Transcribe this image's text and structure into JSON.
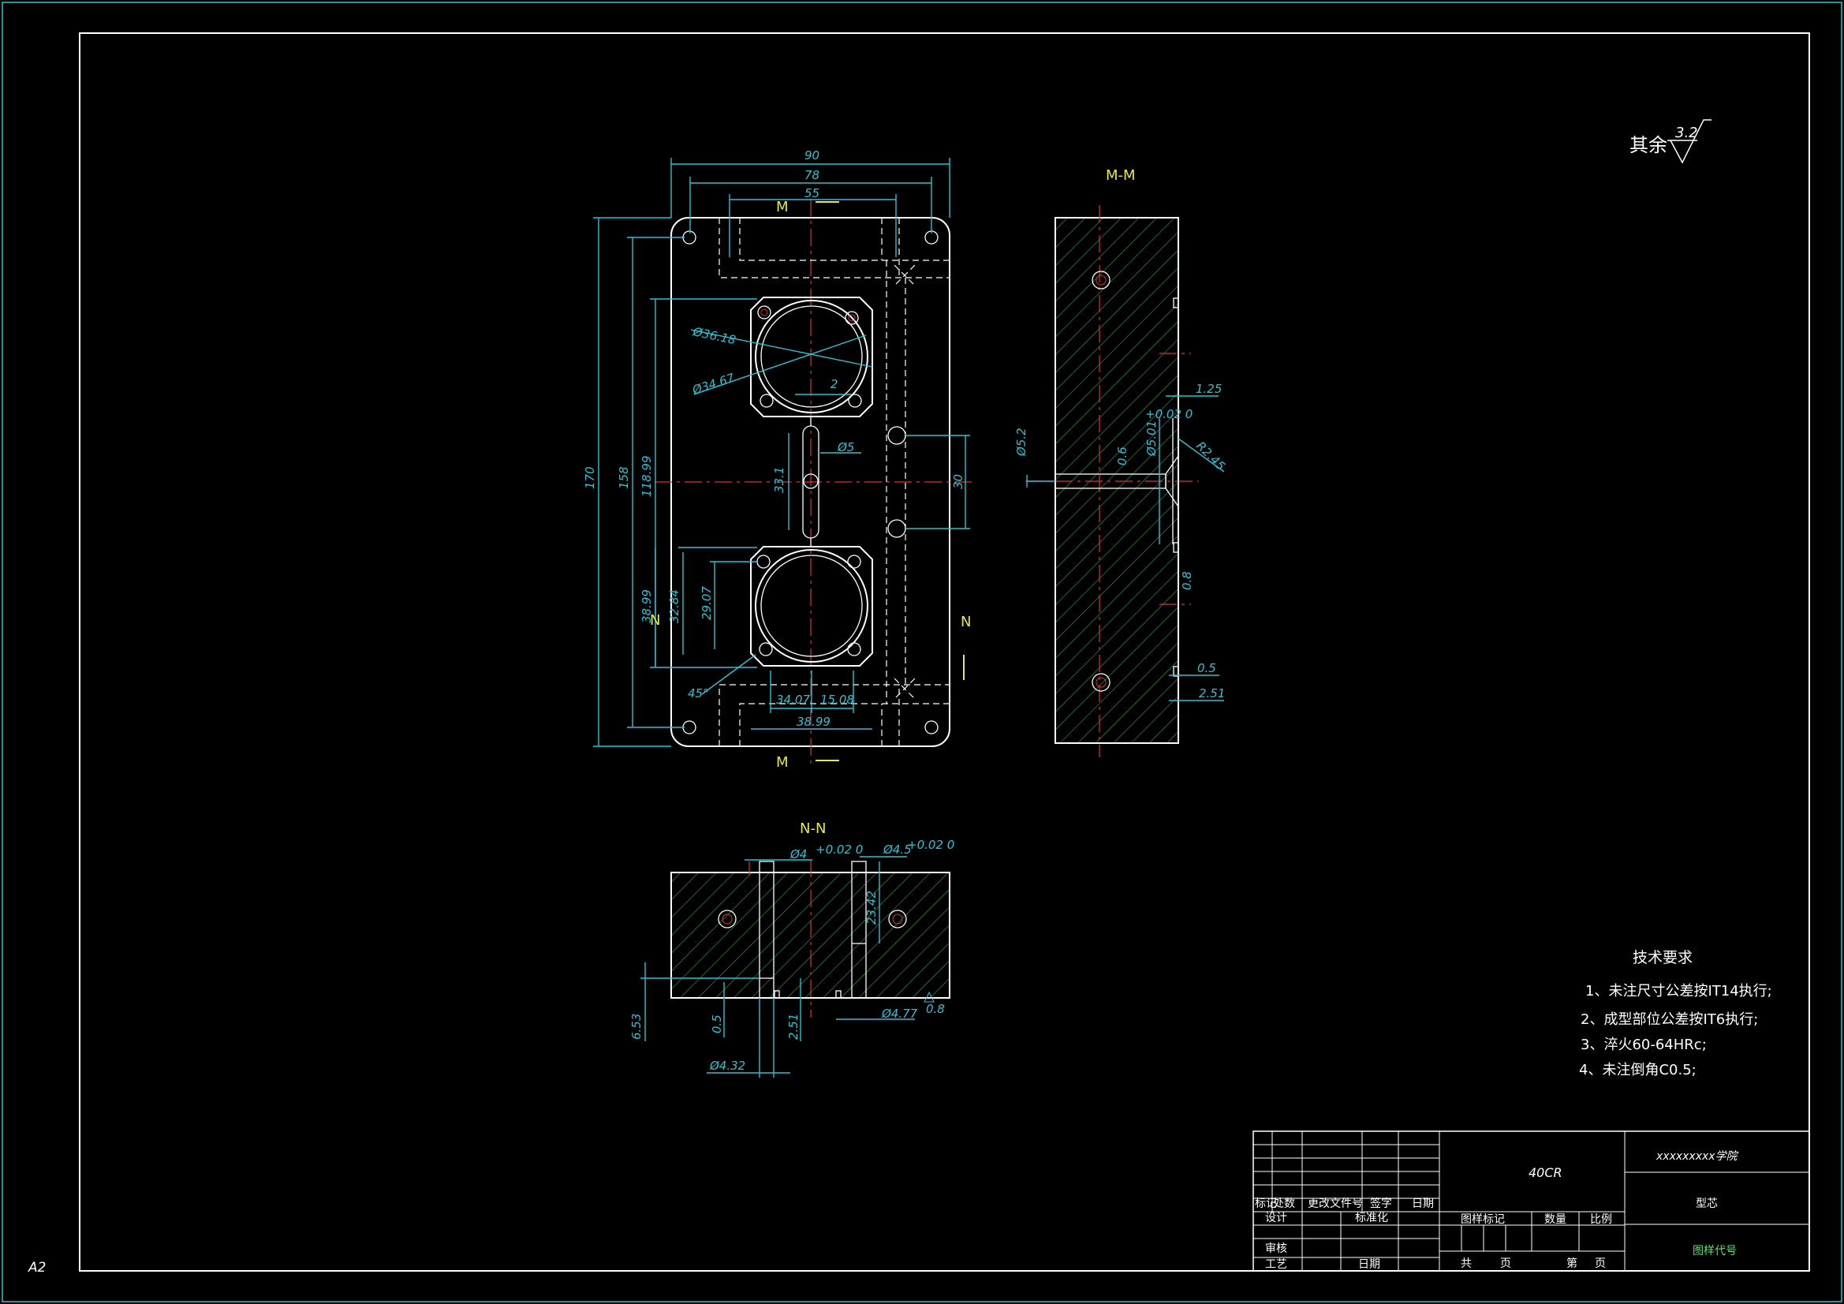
{
  "sheet": {
    "size_label": "A2",
    "roughness_other": "其余",
    "roughness_value": "3.2"
  },
  "front_view": {
    "dims": {
      "w90": "90",
      "w78": "78",
      "w55": "55",
      "h170": "170",
      "h158": "158",
      "h118": "118.99",
      "h38": "38.99",
      "h32": "32.84",
      "h29": "29.07",
      "d36": "Ø36.18",
      "d34": "Ø34.67",
      "gap2": "2",
      "d5": "Ø5",
      "l33": "33.1",
      "h30": "30",
      "a45": "45°",
      "x34": "34.07",
      "x15": "15.08",
      "x38": "38.99"
    },
    "section_marks": {
      "m_top": "M",
      "m_bottom": "M",
      "n_left": "N",
      "n_right": "N"
    }
  },
  "section_mm": {
    "title": "M-M",
    "dims": {
      "d52": "Ø5.2",
      "t125": "1.25",
      "d501": "Ø5.01",
      "tol": "+0.02 0",
      "r245": "R2.45",
      "r06a": "0.6",
      "r08": "0.8",
      "t05": "0.5",
      "t251": "2.51"
    }
  },
  "section_nn": {
    "title": "N-N",
    "dims": {
      "d4": "Ø4",
      "d45": "Ø4.5",
      "tol": "+0.02 0",
      "l2342": "23.42",
      "h653": "6.53",
      "t05": "0.5",
      "t251": "2.51",
      "d432": "Ø4.32",
      "d477": "Ø4.77",
      "r08": "0.8"
    }
  },
  "tech_requirements": {
    "title": "技术要求",
    "items": [
      "1、未注尺寸公差按IT14执行;",
      "2、成型部位公差按IT6执行;",
      "3、淬火60-64HRc;",
      "4、未注倒角C0.5;"
    ]
  },
  "title_block": {
    "material": "40CR",
    "school": "xxxxxxxxx学院",
    "part_name": "型芯",
    "drawing_no": "图样代号",
    "headers": [
      "标记",
      "处数",
      "更改文件号",
      "签字",
      "日期"
    ],
    "rows": [
      "设计",
      "标准化",
      "审核",
      "工艺",
      "日期"
    ],
    "mid_labels": [
      "图样标记",
      "数量",
      "比例"
    ],
    "sheet_labels": [
      "共",
      "页",
      "第",
      "页"
    ]
  },
  "colors": {
    "background": "#000000",
    "outline": "#ffffff",
    "dimension": "#27c3d6",
    "centerline": "#e03030",
    "section_label": "#e8e84a",
    "hatch": "#2fa84a",
    "frame": "#2ec3cf"
  }
}
